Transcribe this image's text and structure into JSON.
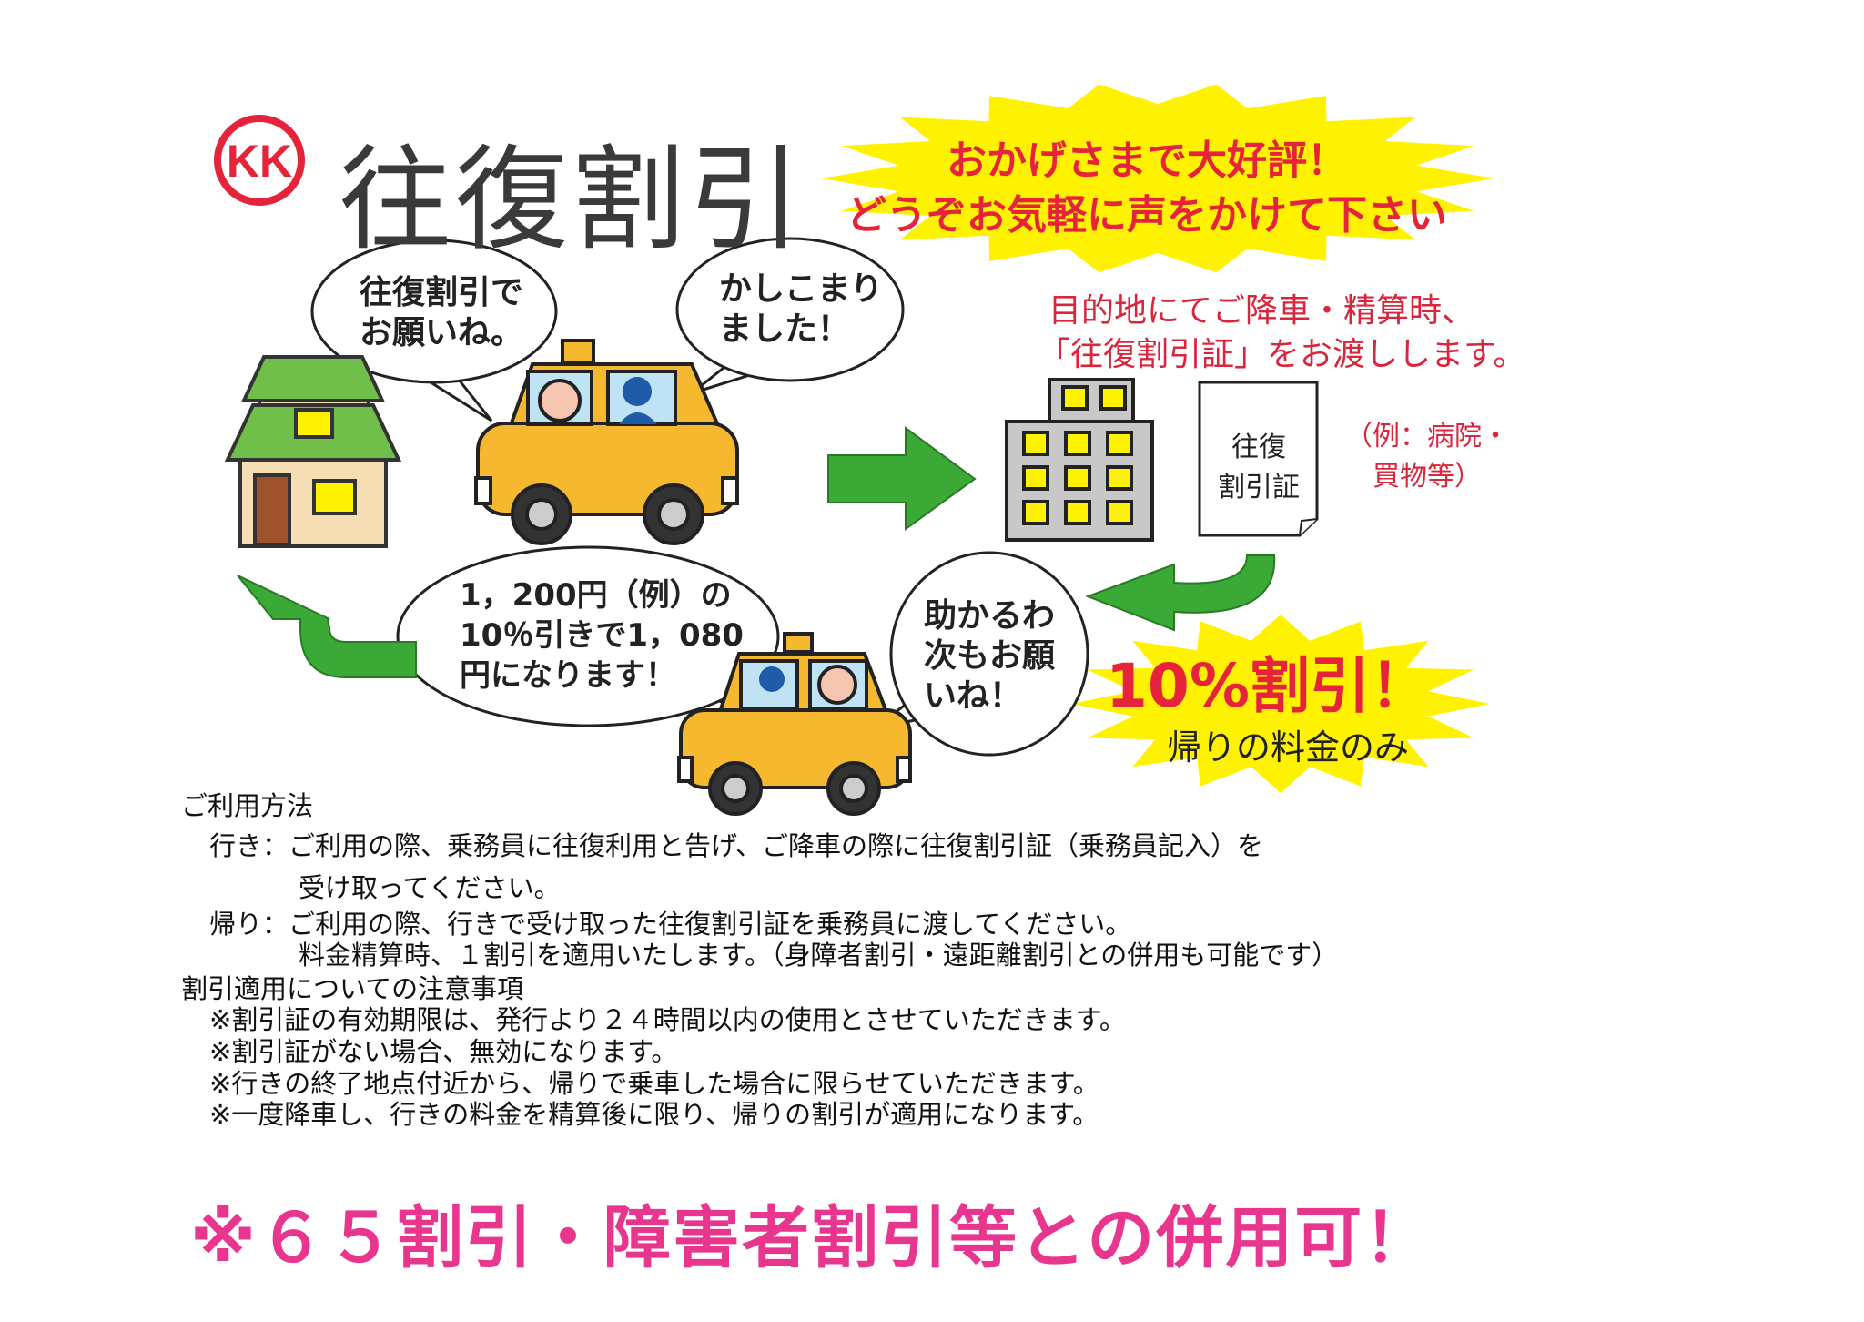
{
  "logo": {
    "text": "KK"
  },
  "title": "往復割引",
  "banner": {
    "line1": "おかげさまで大好評！",
    "line2": "どうぞお気軽に声をかけて下さい"
  },
  "bubbles": {
    "customer_request": [
      "往復割引で",
      "お願いね。"
    ],
    "driver_reply": [
      "かしこまり",
      "ました！"
    ],
    "fare_example": [
      "1，200円（例）の",
      "10％引きで1，080",
      "円になります！"
    ],
    "customer_thanks": [
      "助かるわ",
      "次もお願",
      "いね！"
    ]
  },
  "destination_note": [
    "目的地にてご降車・精算時、",
    "「往復割引証」をお渡しします。"
  ],
  "certificate": [
    "往復",
    "割引証"
  ],
  "example_places": [
    "（例：病院・",
    "買物等）"
  ],
  "discount": {
    "headline": "10%割引！",
    "sub": "帰りの料金のみ"
  },
  "usage": {
    "heading": "ご利用方法",
    "lines": [
      "行き：ご利用の際、乗務員に往復利用と告げ、ご降車の際に往復割引証（乗務員記入）を",
      "受け取ってください。",
      "帰り：ご利用の際、行きで受け取った往復割引証を乗務員に渡してください。",
      "料金精算時、１割引を適用いたします。（身障者割引・遠距離割引との併用も可能です）"
    ]
  },
  "notes": {
    "heading": "割引適用についての注意事項",
    "items": [
      "※割引証の有効期限は、発行より２４時間以内の使用とさせていただきます。",
      "※割引証がない場合、無効になります。",
      "※行きの終了地点付近から、帰りで乗車した場合に限らせていただきます。",
      "※一度降車し、行きの料金を精算後に限り、帰りの割引が適用になります。"
    ]
  },
  "footer": "※６５割引・障害者割引等との併用可！",
  "colors": {
    "red": "#e5233a",
    "pink": "#e8358e",
    "yellow": "#fff200",
    "green": "#3aa935",
    "taxi": "#f5b82e"
  }
}
